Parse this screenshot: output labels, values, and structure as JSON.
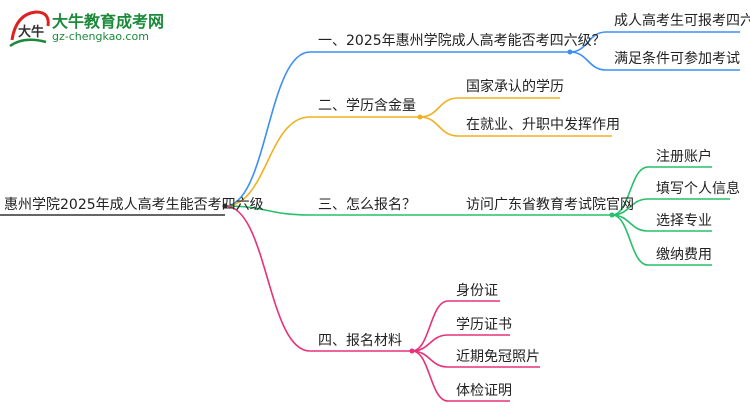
{
  "logo": {
    "name": "大牛教育成考网",
    "url": "gz-chengkao.com",
    "mark": "大牛"
  },
  "root": "惠州学院2025年成人高考生能否考四六级",
  "branches": [
    {
      "label": "一、2025年惠州学院成人高考能否考四六级？",
      "color": "#3b8ff5",
      "leaves": [
        "成人高考生可报考四六级",
        "满足条件可参加考试"
      ]
    },
    {
      "label": "二、学历含金量",
      "color": "#f0b020",
      "leaves": [
        "国家承认的学历",
        "在就业、升职中发挥作用"
      ]
    },
    {
      "label": "三、怎么报名？",
      "color": "#27c06a",
      "sub": "访问广东省教育考试院官网",
      "leaves": [
        "注册账户",
        "填写个人信息",
        "选择专业",
        "缴纳费用"
      ]
    },
    {
      "label": "四、报名材料",
      "color": "#e6327a",
      "leaves": [
        "身份证",
        "学历证书",
        "近期免冠照片",
        "体检证明"
      ]
    }
  ]
}
